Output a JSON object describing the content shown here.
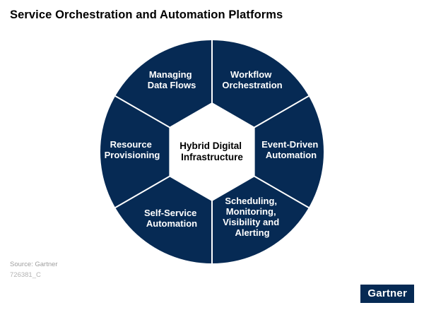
{
  "title": "Service Orchestration and Automation Platforms",
  "center": {
    "lines": [
      "Hybrid Digital",
      "Infrastructure"
    ]
  },
  "segments": [
    {
      "name": "managing-data-flows",
      "lines": [
        "Managing",
        "Data Flows"
      ]
    },
    {
      "name": "workflow-orchestration",
      "lines": [
        "Workflow",
        "Orchestration"
      ]
    },
    {
      "name": "event-driven-automation",
      "lines": [
        "Event-Driven",
        "Automation"
      ]
    },
    {
      "name": "scheduling-monitoring-visibility-alerting",
      "lines": [
        "Scheduling,",
        "Monitoring,",
        "Visibility and",
        "Alerting"
      ]
    },
    {
      "name": "self-service-automation",
      "lines": [
        "Self-Service",
        "Automation"
      ]
    },
    {
      "name": "resource-provisioning",
      "lines": [
        "Resource",
        "Provisioning"
      ]
    }
  ],
  "source": {
    "line1": "Source: Gartner",
    "line2": "726381_C"
  },
  "logo": "Gartner",
  "colors": {
    "navy": "#062a54",
    "white": "#ffffff",
    "source_gray": "#9e9e9e",
    "title_black": "#000000"
  }
}
